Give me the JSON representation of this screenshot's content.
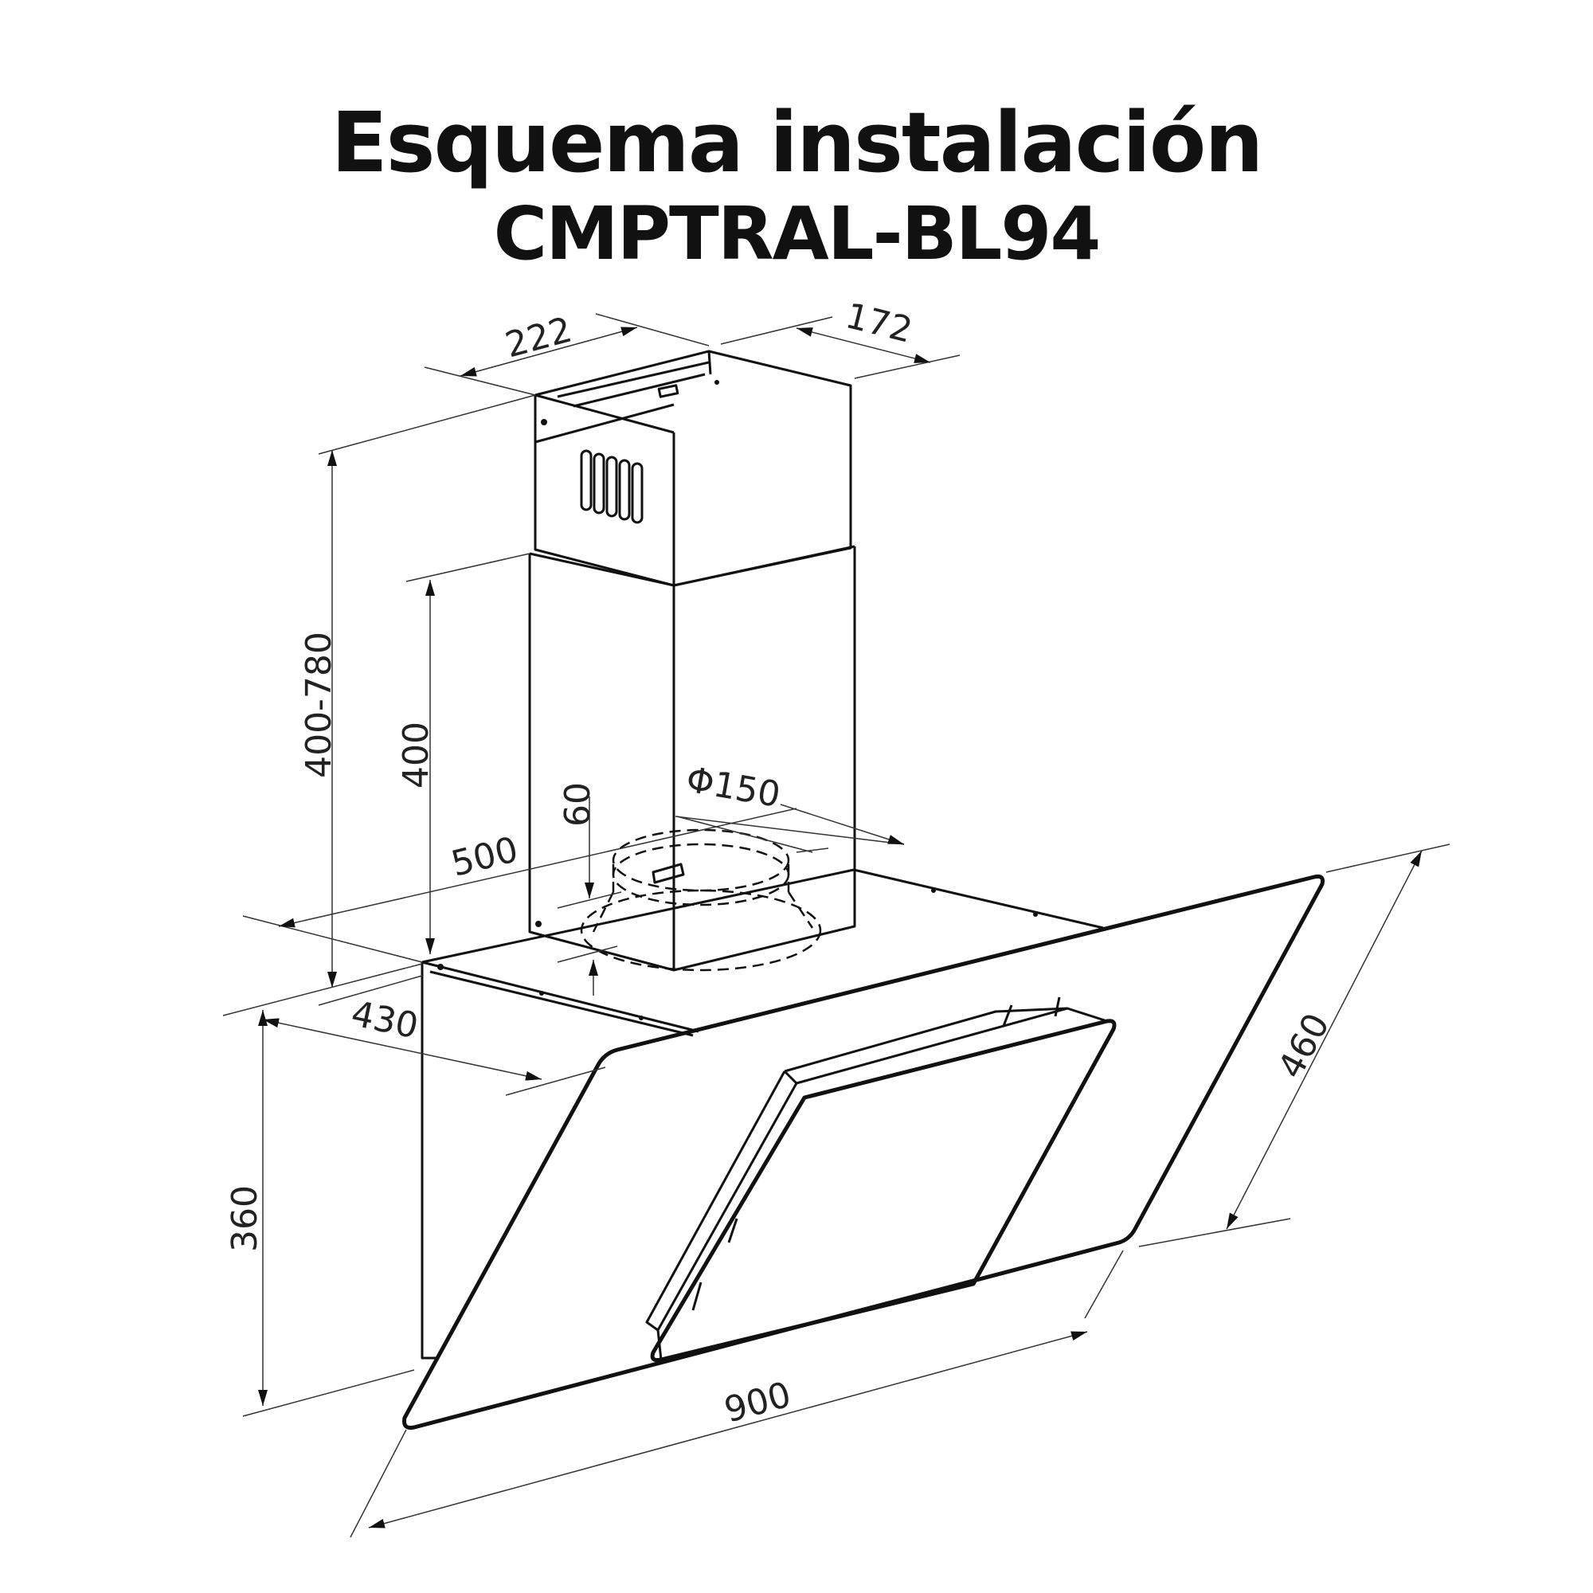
{
  "title": {
    "line1": "Esquema instalación",
    "line2": "CMPTRAL-BL94"
  },
  "dimensions": {
    "chimney_width": "222",
    "chimney_depth": "172",
    "chimney_height_range": "400-780",
    "lower_chimney_height": "400",
    "outlet_offset": "60",
    "outlet_diameter": "Φ150",
    "body_width": "500",
    "body_depth": "430",
    "hood_height": "360",
    "glass_depth": "460",
    "hood_width": "900"
  }
}
